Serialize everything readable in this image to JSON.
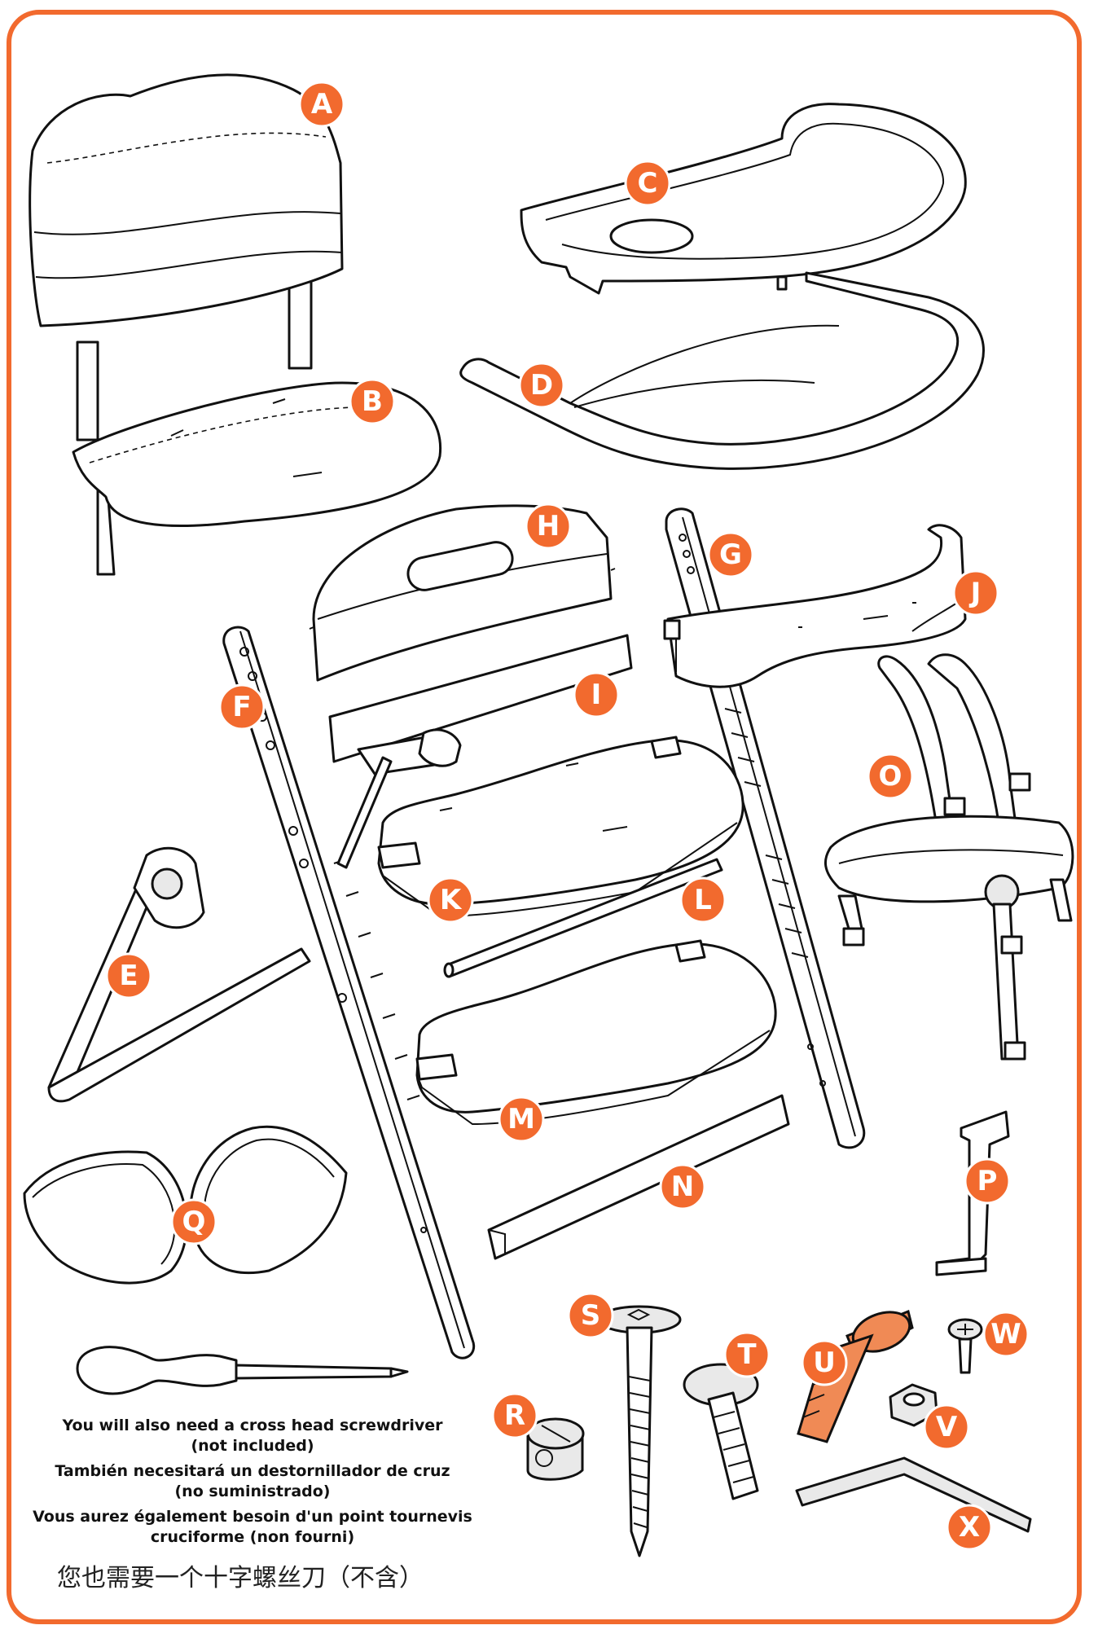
{
  "accent_color": "#f26a2e",
  "parts": [
    {
      "label": "A",
      "name": "backrest-cushion"
    },
    {
      "label": "B",
      "name": "seat-cushion"
    },
    {
      "label": "C",
      "name": "tray"
    },
    {
      "label": "D",
      "name": "tray-arm"
    },
    {
      "label": "E",
      "name": "stabilizer-leg"
    },
    {
      "label": "F",
      "name": "left-side-rail"
    },
    {
      "label": "G",
      "name": "right-side-rail"
    },
    {
      "label": "H",
      "name": "backrest"
    },
    {
      "label": "I",
      "name": "back-crossbar"
    },
    {
      "label": "J",
      "name": "safety-bar"
    },
    {
      "label": "K",
      "name": "seat-plate"
    },
    {
      "label": "L",
      "name": "metal-rod"
    },
    {
      "label": "M",
      "name": "footrest-plate"
    },
    {
      "label": "N",
      "name": "bottom-crossbar"
    },
    {
      "label": "O",
      "name": "five-point-harness"
    },
    {
      "label": "P",
      "name": "crotch-strap-bracket"
    },
    {
      "label": "Q",
      "name": "leg-end-caps"
    },
    {
      "label": "R",
      "name": "barrel-nut"
    },
    {
      "label": "S",
      "name": "long-bolt"
    },
    {
      "label": "T",
      "name": "short-bolt"
    },
    {
      "label": "U",
      "name": "knob-bolt"
    },
    {
      "label": "V",
      "name": "nut"
    },
    {
      "label": "W",
      "name": "screw"
    },
    {
      "label": "X",
      "name": "allen-key"
    }
  ],
  "notes": {
    "en_line1": "You will also need a cross head screwdriver",
    "en_line2": "(not included)",
    "es_line1": "También necesitará un destornillador de cruz",
    "es_line2": "(no suministrado)",
    "fr_line1": "Vous aurez également besoin d'un point tournevis",
    "fr_line2": "cruciforme (non fourni)",
    "zh": "您也需要一个十字螺丝刀（不含）"
  }
}
